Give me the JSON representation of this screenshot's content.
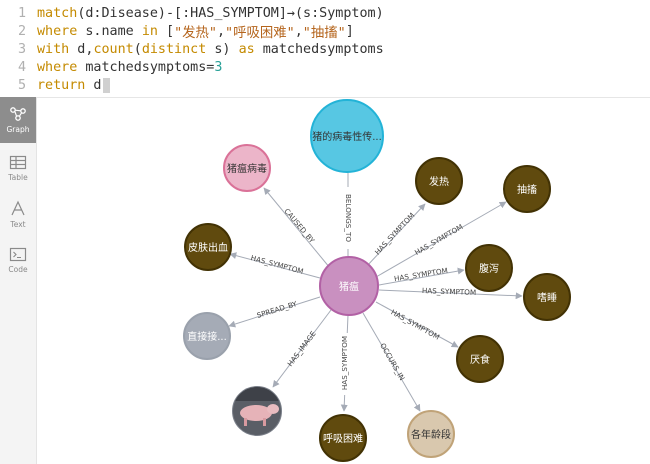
{
  "query": {
    "line_numbers": [
      "1",
      "2",
      "3",
      "4",
      "5"
    ],
    "line1": {
      "a": "match",
      "b": "(d:Disease)-[:HAS_SYMPTOM]→(s:Symptom)"
    },
    "line2": {
      "a": "where",
      "b": " s.name ",
      "c": "in",
      "d": " [",
      "e": "\"发热\"",
      "f": ",",
      "g": "\"呼吸困难\"",
      "h": ",",
      "i": "\"抽搐\"",
      "j": "]"
    },
    "line3": {
      "a": "with",
      "b": " d,",
      "c": "count",
      "d": "(",
      "e": "distinct",
      "f": " s) ",
      "g": "as",
      "h": " matchedsymptoms"
    },
    "line4": {
      "a": "where",
      "b": " matchedsymptoms=",
      "c": "3"
    },
    "line5": {
      "a": "return",
      "b": " d"
    }
  },
  "sidebar": {
    "items": [
      {
        "label": "Graph",
        "icon": "graph-icon",
        "active": true
      },
      {
        "label": "Table",
        "icon": "table-icon",
        "active": false
      },
      {
        "label": "Text",
        "icon": "text-icon",
        "active": false
      },
      {
        "label": "Code",
        "icon": "code-icon",
        "active": false
      }
    ]
  },
  "graph": {
    "colors": {
      "disease": "#c990c0",
      "disease_border": "#b261a5",
      "category": "#57c7e3",
      "symptom": "#604a0e",
      "cause": "#f16667",
      "cause_fill": "#ecb5c9",
      "spread": "#a5abb6",
      "age": "#d9c8ae",
      "edge": "#a5abb6"
    },
    "center": {
      "label": "猪瘟"
    },
    "nodes": [
      {
        "label": "猪的病毒性传...",
        "kind": "category"
      },
      {
        "label": "猪瘟病毒",
        "kind": "cause"
      },
      {
        "label": "发热",
        "kind": "symptom"
      },
      {
        "label": "抽搐",
        "kind": "symptom"
      },
      {
        "label": "皮肤出血",
        "kind": "symptom"
      },
      {
        "label": "腹泻",
        "kind": "symptom"
      },
      {
        "label": "嗜睡",
        "kind": "symptom"
      },
      {
        "label": "直接接...",
        "kind": "spread"
      },
      {
        "label": "厌食",
        "kind": "symptom"
      },
      {
        "label": "",
        "kind": "image"
      },
      {
        "label": "呼吸困难",
        "kind": "symptom"
      },
      {
        "label": "各年龄段",
        "kind": "age"
      }
    ],
    "relationships": [
      {
        "label": "BELONGS_TO"
      },
      {
        "label": "CAUSED_BY"
      },
      {
        "label": "HAS_SYMPTOM"
      },
      {
        "label": "HAS_SYMPTOM"
      },
      {
        "label": "HAS_SYMPTOM"
      },
      {
        "label": "HAS_SYMPTOM"
      },
      {
        "label": "HAS_SYMPTOM"
      },
      {
        "label": "SPREAD_BY"
      },
      {
        "label": "HAS_SYMPTOM"
      },
      {
        "label": "HAS_IMAGE"
      },
      {
        "label": "HAS_SYMPTOM"
      },
      {
        "label": "OCCURS_IN"
      }
    ]
  }
}
